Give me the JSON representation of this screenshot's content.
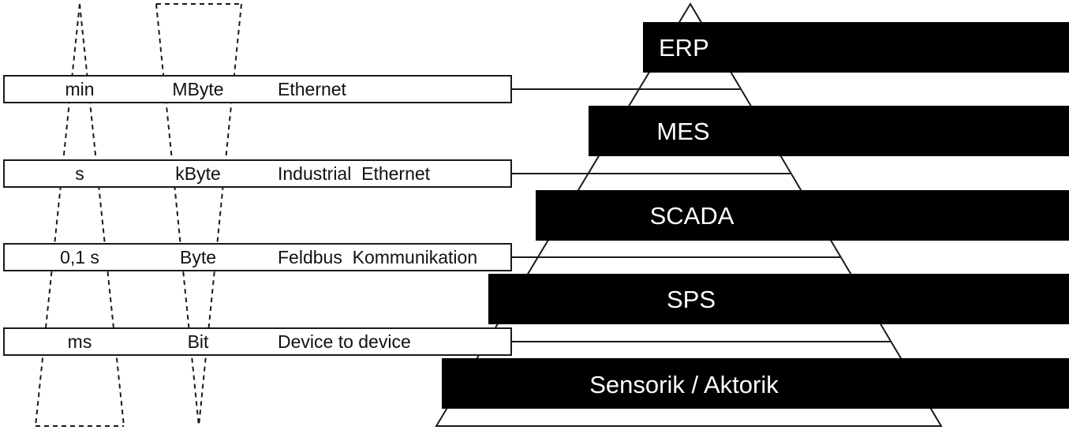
{
  "rows": [
    {
      "time": "min",
      "size": "MByte",
      "network": "Ethernet"
    },
    {
      "time": "s",
      "size": "kByte",
      "network": "Industrial  Ethernet"
    },
    {
      "time": "0,1 s",
      "size": "Byte",
      "network": "Feldbus  Kommunikation"
    },
    {
      "time": "ms",
      "size": "Bit",
      "network": "Device to device"
    }
  ],
  "levels": [
    {
      "label": "ERP"
    },
    {
      "label": "MES"
    },
    {
      "label": "SCADA"
    },
    {
      "label": "SPS"
    },
    {
      "label": "Sensorik / Aktorik"
    }
  ],
  "colors": {
    "box_fill": "#000000",
    "box_text": "#ffffff",
    "line": "#1a1a1a"
  }
}
